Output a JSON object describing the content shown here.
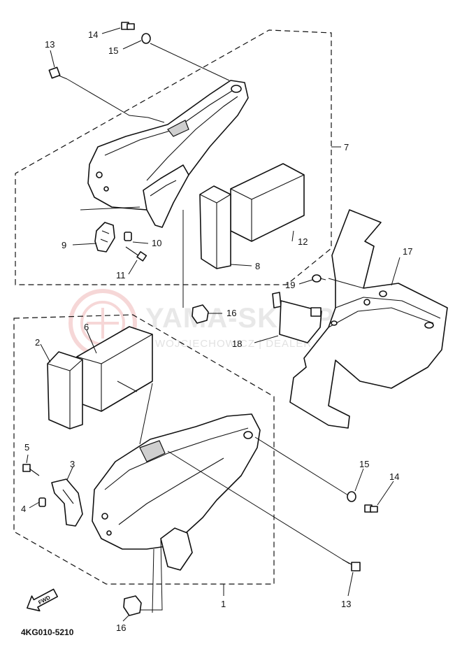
{
  "diagram": {
    "part_numbers": [
      "1",
      "2",
      "3",
      "4",
      "5",
      "6",
      "7",
      "8",
      "9",
      "10",
      "11",
      "12",
      "13",
      "14",
      "15",
      "16",
      "17",
      "18",
      "19"
    ],
    "callouts": {
      "n13_top": "13",
      "n14_top": "14",
      "n15_top": "15",
      "n7": "7",
      "n12": "12",
      "n8": "8",
      "n9": "9",
      "n10": "10",
      "n11": "11",
      "n17": "17",
      "n19": "19",
      "n16_mid": "16",
      "n18": "18",
      "n6": "6",
      "n2": "2",
      "n5": "5",
      "n3": "3",
      "n4": "4",
      "n15_bottom": "15",
      "n14_bottom": "14",
      "n13_bottom": "13",
      "n1": "1",
      "n16_bottom": "16"
    },
    "fwd_label": "FWD",
    "diagram_code": "4KG010-5210"
  },
  "watermark": {
    "line1": "YAMA-SKLEP.PL",
    "line2": "WOJCIECHOWICZ | DEALER YAMAHA",
    "logo_color": "#f3c8c8",
    "text_color": "#e6e6e6"
  }
}
